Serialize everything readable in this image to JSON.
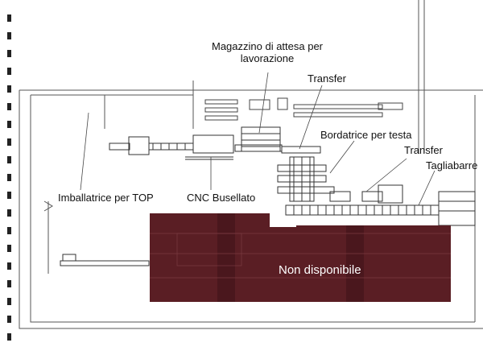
{
  "labels": {
    "magazzino": "Magazzino di attesa per lavorazione",
    "transfer_top": "Transfer",
    "bordatrice": "Bordatrice per testa",
    "transfer_right": "Transfer",
    "tagliabarre": "Tagliabarre",
    "imballatrice": "Imballatrice per TOP",
    "cnc": "CNC Busellato",
    "non_disponibile": "Non disponibile"
  },
  "colors": {
    "paper": "#ffffff",
    "ink": "#333333",
    "overlay": "#5a1e24",
    "binding": "#222222"
  }
}
